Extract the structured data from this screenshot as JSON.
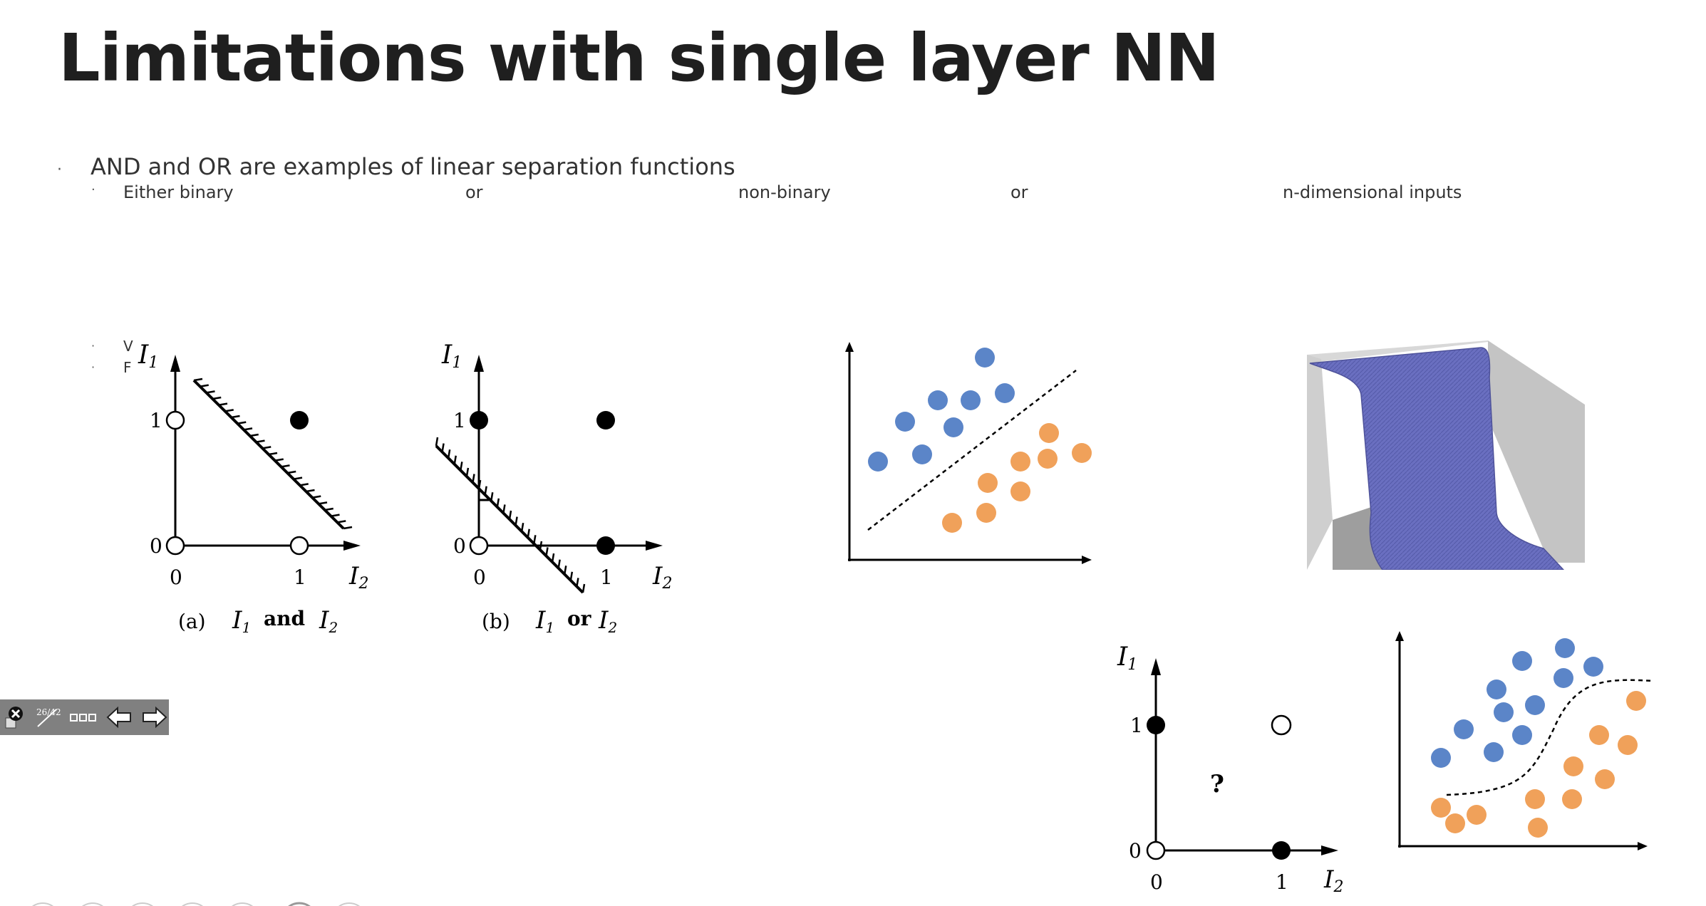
{
  "slide": {
    "title": "Limitations with single layer NN",
    "bullet1": "AND and OR are examples of linear separation functions",
    "sub": {
      "either_binary": "Either binary",
      "or1": "or",
      "non_binary": "non-binary",
      "or2": "or",
      "n_dim": "n-dimensional inputs"
    },
    "small_bullets": [
      "V",
      "F"
    ]
  },
  "diagram_a": {
    "y_axis": "I",
    "y_sub": "1",
    "x_axis": "I",
    "x_sub": "2",
    "tick_0_y": "0",
    "tick_1_y": "1",
    "tick_0_x": "0",
    "tick_1_x": "1",
    "caption_label": "(a)",
    "caption_op": "and"
  },
  "diagram_b": {
    "y_axis": "I",
    "y_sub": "1",
    "x_axis": "I",
    "x_sub": "2",
    "tick_0_y": "0",
    "tick_1_y": "1",
    "tick_0_x": "0",
    "tick_1_x": "1",
    "caption_label": "(b)",
    "caption_op": "or"
  },
  "diagram_xor": {
    "y_axis": "I",
    "y_sub": "1",
    "x_axis": "I",
    "x_sub": "2",
    "tick_0_y": "0",
    "tick_1_y": "1",
    "tick_0_x": "0",
    "tick_1_x": "1",
    "question": "?"
  },
  "colors": {
    "blue": "#5b85c8",
    "orange": "#f0a15a",
    "surface": "#6a6fc0",
    "wall": "#c8c8c8",
    "toolbar": "#808080"
  },
  "toolbar": {
    "page": "26/42",
    "icons": [
      "close-icon",
      "page-indicator-icon",
      "more-icon",
      "prev-arrow-icon",
      "next-arrow-icon"
    ]
  }
}
